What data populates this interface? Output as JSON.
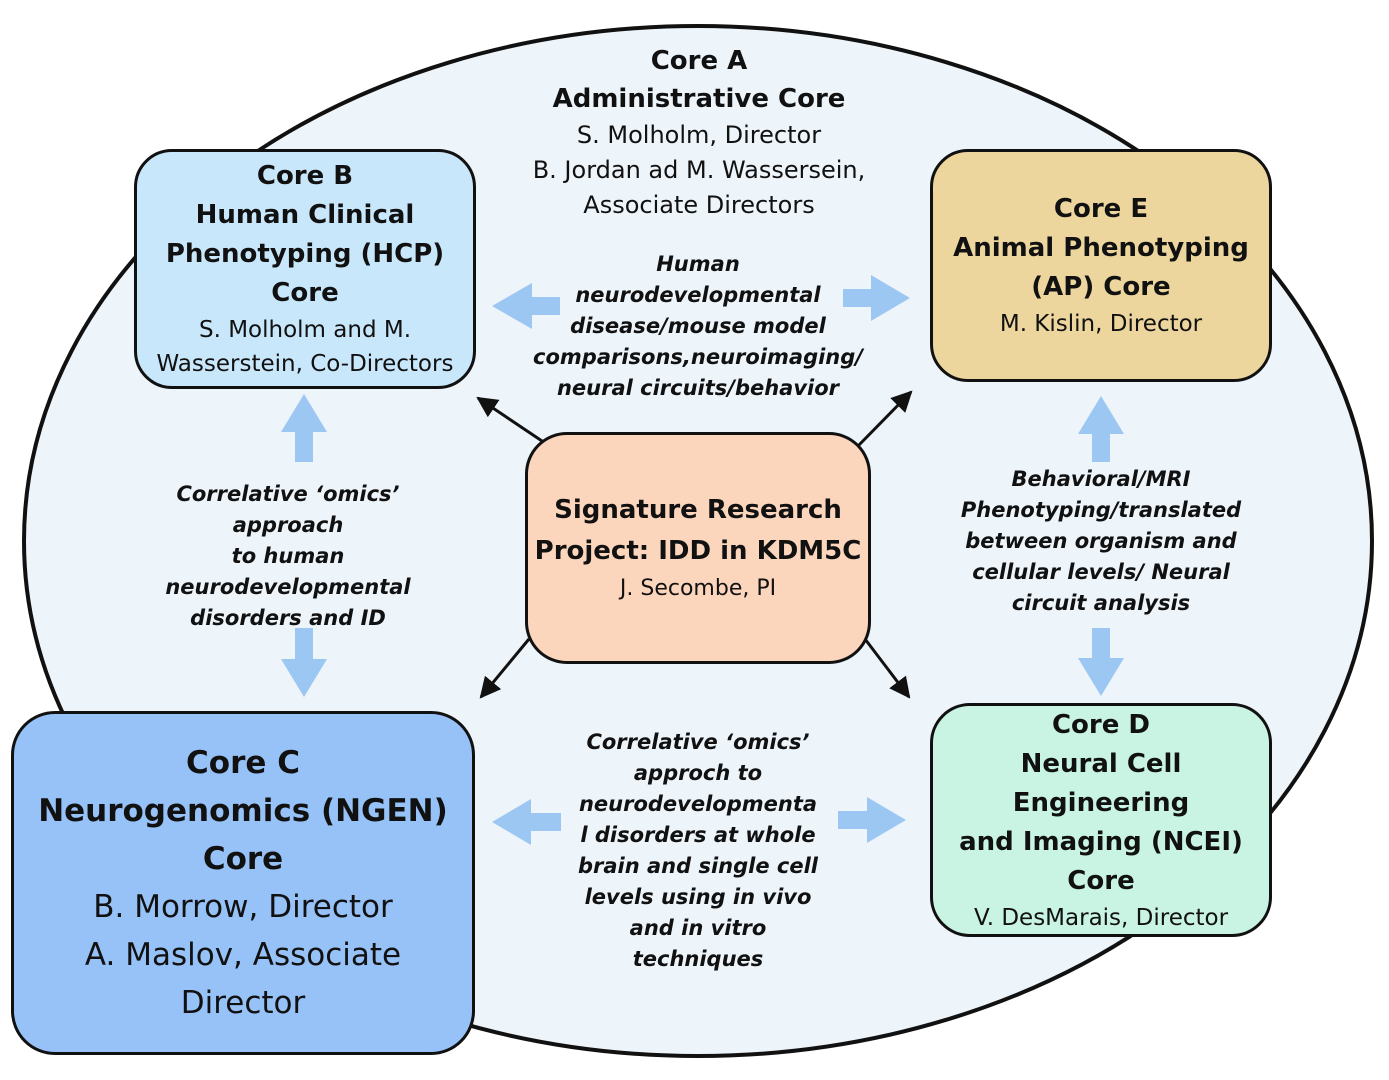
{
  "colors": {
    "ellipse_fill": "#edf4fa",
    "arrow_blue": "#9cc7f2",
    "core_b": "#c9e7fb",
    "core_e": "#ecd69e",
    "signature": "#fbd6bd",
    "core_c": "#97c2f8",
    "core_d": "#c9f4e4"
  },
  "core_a": {
    "title": "Core A",
    "name": "Administrative Core",
    "lines": [
      "S. Molholm, Director",
      "B. Jordan ad M. Wassersein,",
      "Associate Directors"
    ]
  },
  "core_b": {
    "title": "Core B",
    "name_lines": [
      "Human Clinical",
      "Phenotyping (HCP)",
      "Core"
    ],
    "lines": [
      "S. Molholm and M.",
      "Wasserstein, Co-Directors"
    ]
  },
  "core_e": {
    "title": "Core E",
    "name_lines": [
      "Animal Phenotyping",
      "(AP) Core"
    ],
    "lines": [
      "M. Kislin, Director"
    ]
  },
  "signature": {
    "name_lines": [
      "Signature Research",
      "Project: IDD in KDM5C"
    ],
    "lines": [
      "J. Secombe, PI"
    ]
  },
  "core_c": {
    "title": "Core C",
    "name_lines": [
      "Neurogenomics (NGEN)",
      "Core"
    ],
    "lines": [
      "B. Morrow, Director",
      "A. Maslov, Associate",
      "Director"
    ]
  },
  "core_d": {
    "title": "Core D",
    "name_lines": [
      "Neural Cell Engineering",
      "and Imaging (NCEI)",
      "Core"
    ],
    "lines": [
      "V. DesMarais, Director"
    ]
  },
  "labels": {
    "top": [
      "Human",
      "neurodevelopmental",
      "disease/mouse model",
      "comparisons,neuroimaging/",
      "neural circuits/behavior"
    ],
    "left": [
      "Correlative ‘omics’ approach",
      "to human",
      "neurodevelopmental",
      "disorders and ID"
    ],
    "right": [
      "Behavioral/MRI",
      "Phenotyping/translated",
      "between organism and",
      "cellular levels/ Neural",
      "circuit analysis"
    ],
    "bottom": [
      "Correlative ‘omics’",
      "approch to",
      "neurodevelopmenta",
      "l disorders at whole",
      "brain and single cell",
      "levels using in vivo",
      "and in vitro",
      "techniques"
    ]
  }
}
